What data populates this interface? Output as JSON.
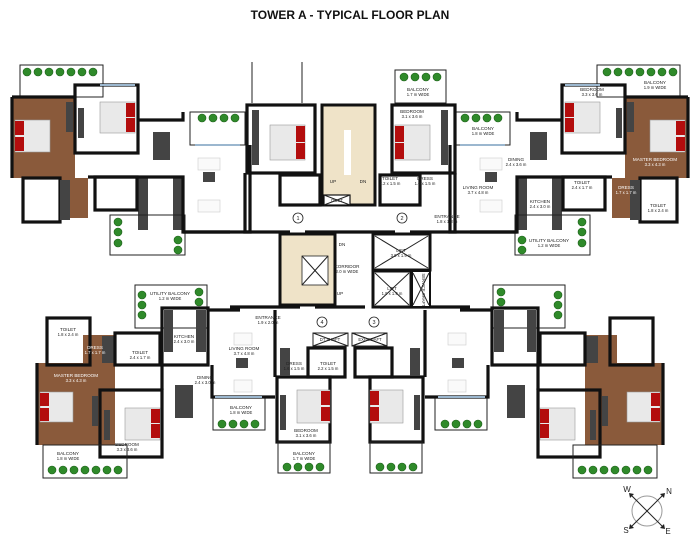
{
  "title": "TOWER A - TYPICAL FLOOR PLAN",
  "compass": {
    "n": "N",
    "e": "E",
    "s": "S",
    "w": "W"
  },
  "stair_labels": {
    "up": "UP",
    "dn": "DN"
  },
  "entrances": [
    "1",
    "2",
    "3",
    "4"
  ],
  "colors": {
    "wall": "#111111",
    "wood": "#8a5a3b",
    "stair": "#efe3c8",
    "bed_pillow": "#b30d0d",
    "plant": "#2f8a2a",
    "window": "#9bb7cf"
  },
  "rooms": [
    {
      "name": "BALCONY",
      "dim": "1.7 m WIDE"
    },
    {
      "name": "BEDROOM",
      "dim": "3.1 x 3.6 m"
    },
    {
      "name": "BALCONY",
      "dim": "1.8 m WIDE"
    },
    {
      "name": "DINING",
      "dim": "2.4 x 3.6 m"
    },
    {
      "name": "LIVING ROOM",
      "dim": "3.7 x 4.8 m"
    },
    {
      "name": "TOILET",
      "dim": "2.2 x 1.5 m"
    },
    {
      "name": "DRESS",
      "dim": "1.6 x 1.5 m"
    },
    {
      "name": "ENTRANCE",
      "dim": "1.8 x 1.8 m"
    },
    {
      "name": "KITCHEN",
      "dim": "2.4 x 3.0 m"
    },
    {
      "name": "TOILET",
      "dim": "2.4 x 1.7 m"
    },
    {
      "name": "UTILITY BALCONY",
      "dim": "1.2 m WIDE"
    },
    {
      "name": "BEDROOM",
      "dim": "3.3 x 3.6 m"
    },
    {
      "name": "BALCONY",
      "dim": "1.9 m WIDE"
    },
    {
      "name": "MASTER BEDROOM",
      "dim": "3.3 x 4.3 m"
    },
    {
      "name": "DRESS",
      "dim": "1.7 x 1.7 m"
    },
    {
      "name": "TOILET",
      "dim": "1.8 x 2.4 m"
    },
    {
      "name": "CORRIDOR",
      "dim": "2.0 m WIDE"
    },
    {
      "name": "LIFT",
      "dim": "3.0 x 1.9 m"
    },
    {
      "name": "LIFT",
      "dim": "1.9 x 1.9 m"
    },
    {
      "name": "UTILITY BALCONY",
      "dim": "1.2 m WIDE"
    },
    {
      "name": "TOILET",
      "dim": "1.8 x 2.4 m"
    },
    {
      "name": "DRESS",
      "dim": "1.7 x 1.7 m"
    },
    {
      "name": "TOILET",
      "dim": "2.4 x 1.7 m"
    },
    {
      "name": "KITCHEN",
      "dim": "2.4 x 3.0 m"
    },
    {
      "name": "ENTRANCE",
      "dim": "1.9 x 2.0 m"
    },
    {
      "name": "LIVING ROOM",
      "dim": "3.7 x 4.8 m"
    },
    {
      "name": "DINING",
      "dim": "2.4 x 3.0 m"
    },
    {
      "name": "MASTER BEDROOM",
      "dim": "3.3 x 4.3 m"
    },
    {
      "name": "BEDROOM",
      "dim": "3.3 x 3.6 m"
    },
    {
      "name": "BALCONY",
      "dim": "1.8 m WIDE"
    },
    {
      "name": "BALCONY",
      "dim": "1.8 m WIDE"
    },
    {
      "name": "DRESS",
      "dim": "1.6 x 1.5 m"
    },
    {
      "name": "TOILET",
      "dim": "2.2 x 1.5 m"
    },
    {
      "name": "BEDROOM",
      "dim": "3.1 x 3.6 m"
    },
    {
      "name": "BALCONY",
      "dim": "1.7 m WIDE"
    }
  ],
  "shafts": [
    "SERVICE SHAFT",
    "DT SHAFT",
    "EXP SHAFT",
    "DUCT"
  ]
}
